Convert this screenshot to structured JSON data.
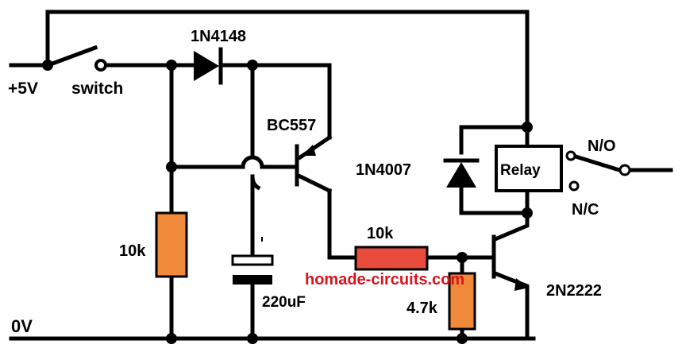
{
  "labels": {
    "supply": "+5V",
    "switch": "switch",
    "ground": "0V",
    "diode_signal": "1N4148",
    "pnp": "BC557",
    "diode_flyback": "1N4007",
    "relay": "Relay",
    "no_contact": "N/O",
    "nc_contact": "N/C",
    "r_left": "10k",
    "r_series": "10k",
    "r_base": "4.7k",
    "cap": "220uF",
    "npn": "2N2222"
  },
  "watermark": "homade-circuits.com",
  "colors": {
    "wire": "#000000",
    "resistor_orange": "#f0893a",
    "resistor_red": "#e94b3c",
    "watermark_red": "#d8141c"
  }
}
